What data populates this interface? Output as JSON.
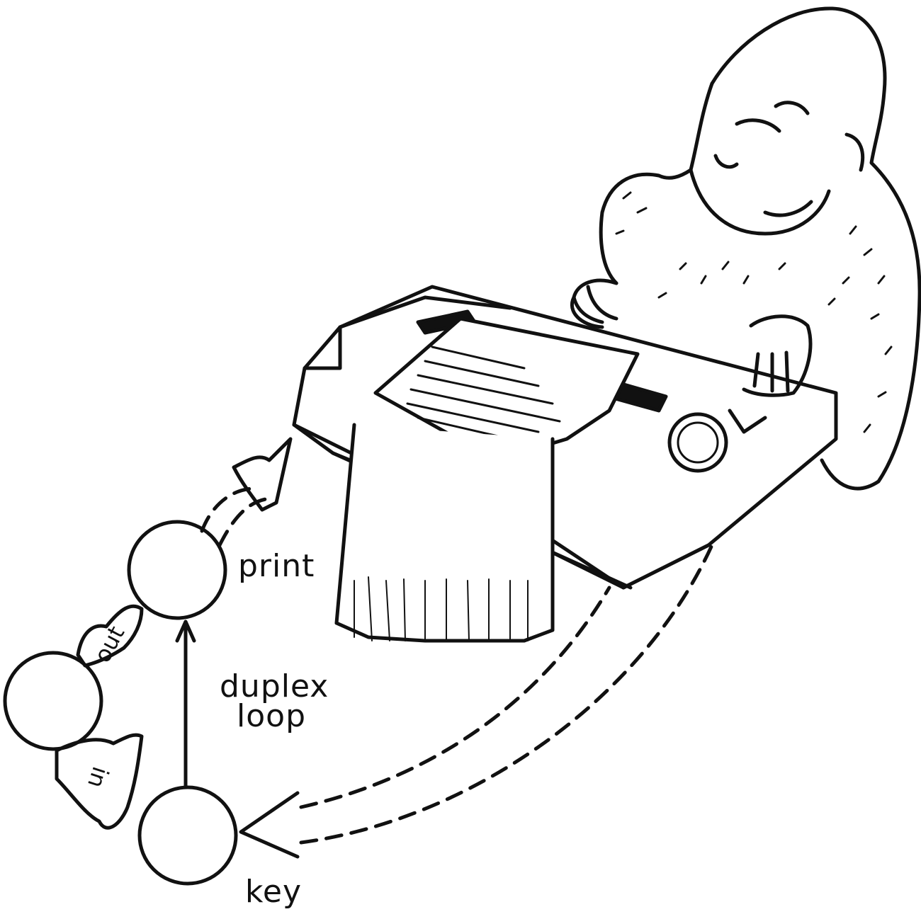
{
  "labels": {
    "print": "print",
    "duplex": "duplex",
    "loop": "loop",
    "key": "key",
    "out": "out",
    "in": "in"
  },
  "colors": {
    "ink": "#111111",
    "paper": "#ffffff",
    "shade": "#d8d8d8"
  },
  "icons": [
    "gorilla-illustration",
    "teletype-terminal",
    "paper-sheet",
    "node-circle",
    "flame-arrow",
    "dashed-cable"
  ]
}
